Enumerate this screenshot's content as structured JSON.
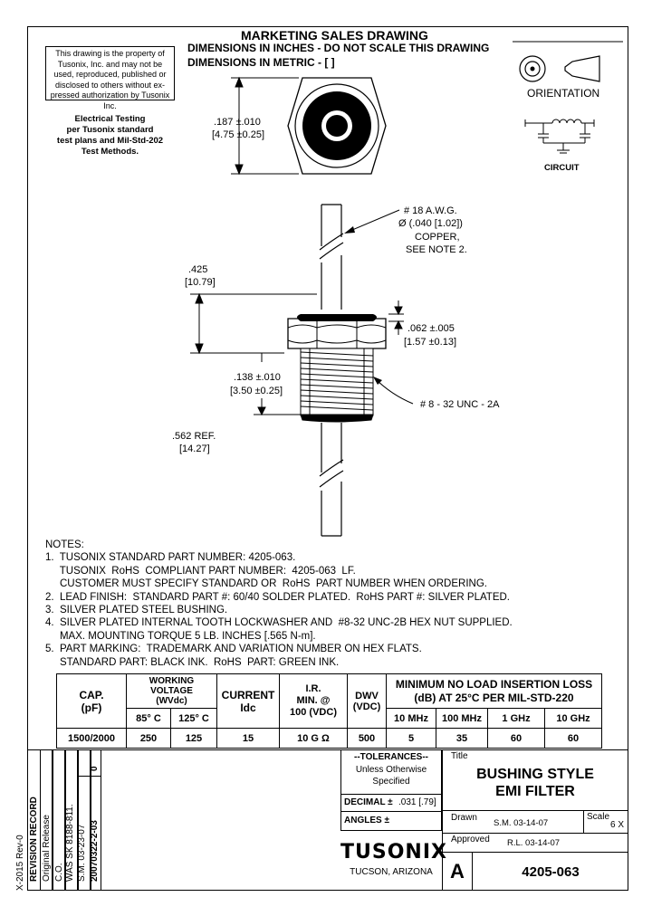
{
  "header": {
    "title": "MARKETING SALES DRAWING",
    "dim_inches": "DIMENSIONS IN INCHES - DO NOT SCALE THIS DRAWING",
    "dim_metric": "DIMENSIONS IN METRIC - [  ]"
  },
  "property_notice": [
    "This drawing is the property of",
    "Tusonix, Inc. and may not be",
    "used, reproduced, published or",
    "disclosed to others without ex-",
    "pressed authorization by Tusonix Inc."
  ],
  "electrical_testing": [
    "Electrical Testing",
    "per Tusonix standard",
    "test plans and Mil-Std-202",
    "Test Methods."
  ],
  "orientation_label": "ORIENTATION",
  "circuit_label": "CIRCUIT",
  "dims": {
    "hex_in": ".187 ±.010",
    "hex_mm": "[4.75 ±0.25]",
    "lead_in": ".425",
    "lead_mm": "[10.79]",
    "flat_in": ".062 ±.005",
    "flat_mm": "[1.57 ±0.13]",
    "thread_in": ".138 ±.010",
    "thread_mm": "[3.50 ±0.25]",
    "ref_in": ".562 REF.",
    "ref_mm": "[14.27]"
  },
  "lead_callout": [
    "# 18 A.W.G.",
    "Ø (.040 [1.02])",
    "COPPER,",
    "SEE NOTE 2."
  ],
  "thread_callout": "# 8 - 32 UNC - 2A",
  "notes": {
    "heading": "NOTES:",
    "lines": [
      "1.  TUSONIX STANDARD PART NUMBER: 4205-063.",
      "     TUSONIX  RoHS  COMPLIANT PART NUMBER:  4205-063  LF.",
      "     CUSTOMER MUST SPECIFY STANDARD OR  RoHS  PART NUMBER WHEN ORDERING.",
      "2.  LEAD FINISH:  STANDARD PART #: 60/40 SOLDER PLATED.  RoHS PART #: SILVER PLATED.",
      "3.  SILVER PLATED STEEL BUSHING.",
      "4.  SILVER PLATED INTERNAL TOOTH LOCKWASHER AND  #8-32 UNC-2B HEX NUT SUPPLIED.",
      "     MAX. MOUNTING TORQUE 5 LB. INCHES [.565 N-m].",
      "5.  PART MARKING:  TRADEMARK AND VARIATION NUMBER ON HEX FLATS.",
      "     STANDARD PART: BLACK INK.  RoHS  PART: GREEN INK."
    ]
  },
  "spec_table": {
    "cap": "CAP.",
    "cap_unit": "(pF)",
    "wv": "WORKING",
    "wv2": "VOLTAGE",
    "wv3": "(WVdc)",
    "t85": "85° C",
    "t125": "125° C",
    "current": "CURRENT",
    "current2": "Idc",
    "ir": "I.R.",
    "ir2": "MIN. @",
    "ir3": "100 (VDC)",
    "dwv": "DWV",
    "dwv2": "(VDC)",
    "mnl": "MINIMUM NO LOAD INSERTION LOSS",
    "mnl2": "(dB)  AT 25°C PER MIL-STD-220",
    "f1": "10 MHz",
    "f2": "100 MHz",
    "f3": "1 GHz",
    "f4": "10 GHz",
    "row": [
      "1500/2000",
      "250",
      "125",
      "15",
      "10 G Ω",
      "500",
      "5",
      "35",
      "60",
      "60"
    ]
  },
  "title_block": {
    "tolerances": "--TOLERANCES--",
    "unless": "Unless Otherwise",
    "specified": "Specified",
    "decimal": "DECIMAL ±",
    "decimal_val": ".031 [.79]",
    "angles": "ANGLES ±",
    "company": "TUSONIX",
    "city": "TUCSON, ARIZONA",
    "title_label": "Title",
    "title1": "BUSHING  STYLE",
    "title2": "EMI  FILTER",
    "drawn_label": "Drawn",
    "drawn_val": "S.M. 03-14-07",
    "scale_label": "Scale",
    "scale_val": "6 X",
    "approved_label": "Approved",
    "approved_val": "R.L. 03-14-07",
    "size": "A",
    "part_no": "4205-063"
  },
  "revision": {
    "form": "X-2015 Rev-0",
    "header": "REVISION RECORD",
    "c1": "Original Release",
    "c2": "C.O.",
    "c3": "WAS SK 8188-811.",
    "c4": "S.M. 03-23-07",
    "c5": "20070322-2-03",
    "c6": "0"
  }
}
